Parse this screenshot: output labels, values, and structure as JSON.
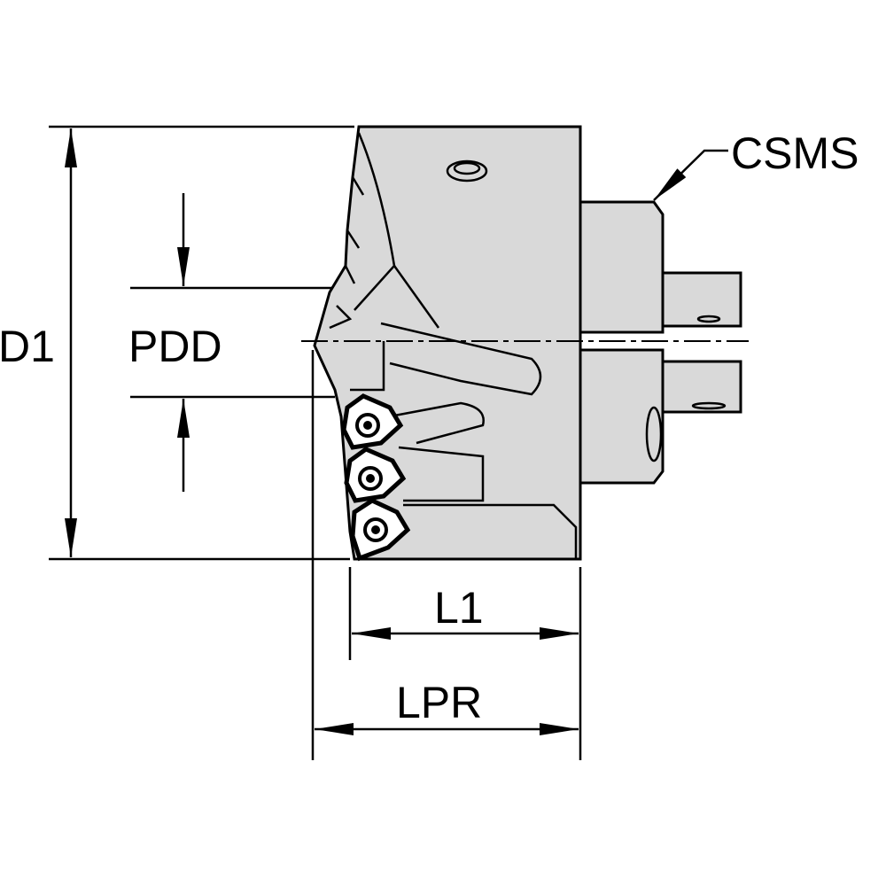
{
  "labels": {
    "d1": "D1",
    "pdd": "PDD",
    "l1": "L1",
    "lpr": "LPR",
    "csms": "CSMS"
  },
  "colors": {
    "body": "#d9d9d9",
    "line": "#000000"
  }
}
